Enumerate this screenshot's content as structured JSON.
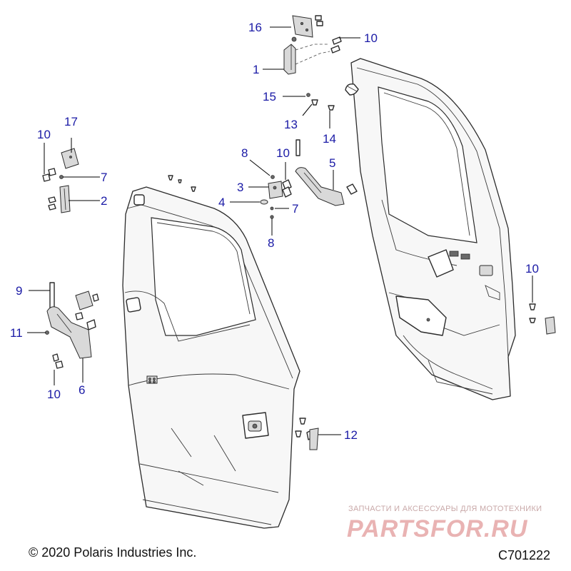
{
  "diagram": {
    "callouts": {
      "c1": "1",
      "c2": "2",
      "c3": "3",
      "c4": "4",
      "c5": "5",
      "c6": "6",
      "c7a": "7",
      "c7b": "7",
      "c8a": "8",
      "c8b": "8",
      "c9": "9",
      "c10a": "10",
      "c10b": "10",
      "c10c": "10",
      "c10d": "10",
      "c10e": "10",
      "c11": "11",
      "c12": "12",
      "c13": "13",
      "c14": "14",
      "c15": "15",
      "c16": "16",
      "c17": "17"
    }
  },
  "footer": {
    "copyright": "© 2020 Polaris Industries Inc.",
    "code": "C701222"
  },
  "watermark": {
    "tagline": "ЗАПЧАСТИ И АКСЕССУАРЫ ДЛЯ МОТОТЕХНИКИ",
    "brand": "PARTSFOR.RU"
  },
  "colors": {
    "callout": "#1a1aa6",
    "line": "#2b2b2b",
    "watermark": "#e9b3b3"
  }
}
